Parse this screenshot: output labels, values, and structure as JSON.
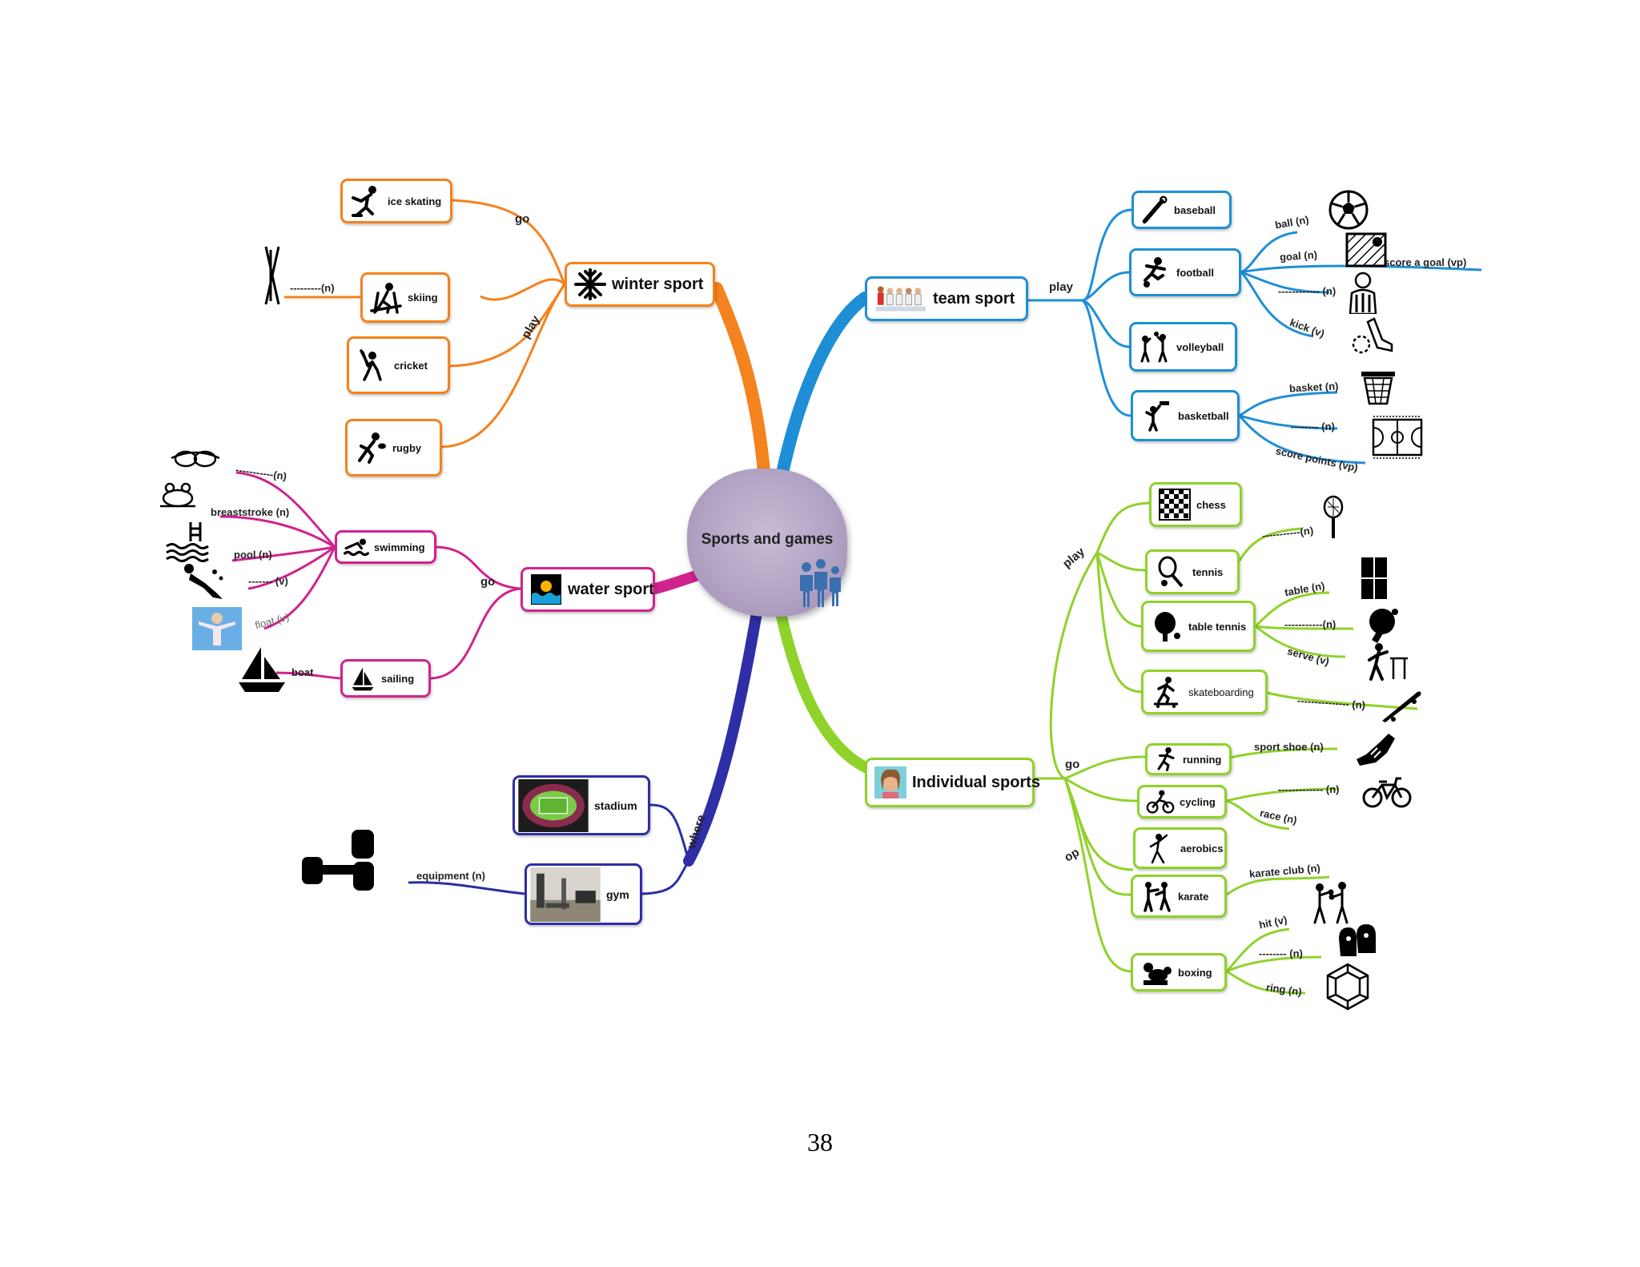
{
  "colors": {
    "winter": "#f4821e",
    "team": "#1e8fd6",
    "water": "#d0238e",
    "where": "#2e2ea6",
    "individual": "#8fd22a"
  },
  "center": {
    "title": "Sports and games",
    "icon": "people-icon"
  },
  "winter": {
    "title": "winter sport",
    "icon": "snowflake-icon",
    "rel_go": "go",
    "rel_play": "play",
    "items": [
      {
        "label": "ice skating",
        "icon": "ice-skater-icon"
      },
      {
        "label": "skiing",
        "icon": "skier-icon"
      },
      {
        "label": "cricket",
        "icon": "cricket-player-icon"
      },
      {
        "label": "rugby",
        "icon": "rugby-player-icon"
      }
    ],
    "skiing_blank": "---------(n)"
  },
  "water": {
    "title": "water sport",
    "icon": "sea-sunset-icon",
    "rel_go": "go",
    "swimming": {
      "label": "swimming",
      "icon": "swimmer-icon"
    },
    "sailing": {
      "label": "sailing",
      "icon": "sailboat-icon"
    },
    "swim_words": [
      "-----------(n)",
      "breaststroke (n)",
      "pool (n)",
      "------- (v)",
      "float (v)"
    ],
    "boat_word": "boat"
  },
  "where": {
    "rel": "where",
    "stadium": {
      "label": "stadium",
      "icon": "stadium-photo"
    },
    "gym": {
      "label": "gym",
      "icon": "gym-photo"
    },
    "gym_word": "equipment (n)"
  },
  "team": {
    "title": "team sport",
    "icon": "team-players-icon",
    "rel": "play",
    "items": [
      {
        "label": "baseball",
        "icon": "baseball-bat-icon"
      },
      {
        "label": "football",
        "icon": "footballer-icon"
      },
      {
        "label": "volleyball",
        "icon": "volleyball-players-icon"
      },
      {
        "label": "basketball",
        "icon": "basketball-player-icon"
      }
    ],
    "football_words": [
      "ball (n)",
      "goal (n)",
      "------------ (n)",
      "kick (v)"
    ],
    "football_extra": "score a goal (vp)",
    "basketball_words": [
      "basket (n)",
      "-------- (n)",
      "score points (vp)"
    ]
  },
  "individual": {
    "title": "Individual sports",
    "icon": "woman-avatar-icon",
    "rel_play": "play",
    "rel_go": "go",
    "rel_do": "do",
    "play_items": [
      {
        "label": "chess",
        "icon": "chessboard-icon"
      },
      {
        "label": "tennis",
        "icon": "tennis-icon"
      },
      {
        "label": "table tennis",
        "icon": "ping-pong-icon"
      },
      {
        "label": "skateboarding",
        "icon": "skateboarder-icon"
      }
    ],
    "go_items": [
      {
        "label": "running",
        "icon": "runner-icon"
      },
      {
        "label": "cycling",
        "icon": "cyclist-icon"
      }
    ],
    "do_items": [
      {
        "label": "aerobics",
        "icon": "aerobics-icon"
      },
      {
        "label": "karate",
        "icon": "karate-icon"
      },
      {
        "label": "boxing",
        "icon": "boxer-icon"
      }
    ],
    "tennis_word": "-----------(n)",
    "table_tennis_words": [
      "table (n)",
      "-----------(n)",
      "serve (v)"
    ],
    "skate_word": "--------------- (n)",
    "running_word": "sport shoe (n)",
    "cycling_words": [
      "------------- (n)",
      "race (n)"
    ],
    "karate_word": "karate club (n)",
    "boxing_words": [
      "hit (v)",
      "-------- (n)",
      "ring (n)"
    ]
  },
  "page_number": "38"
}
